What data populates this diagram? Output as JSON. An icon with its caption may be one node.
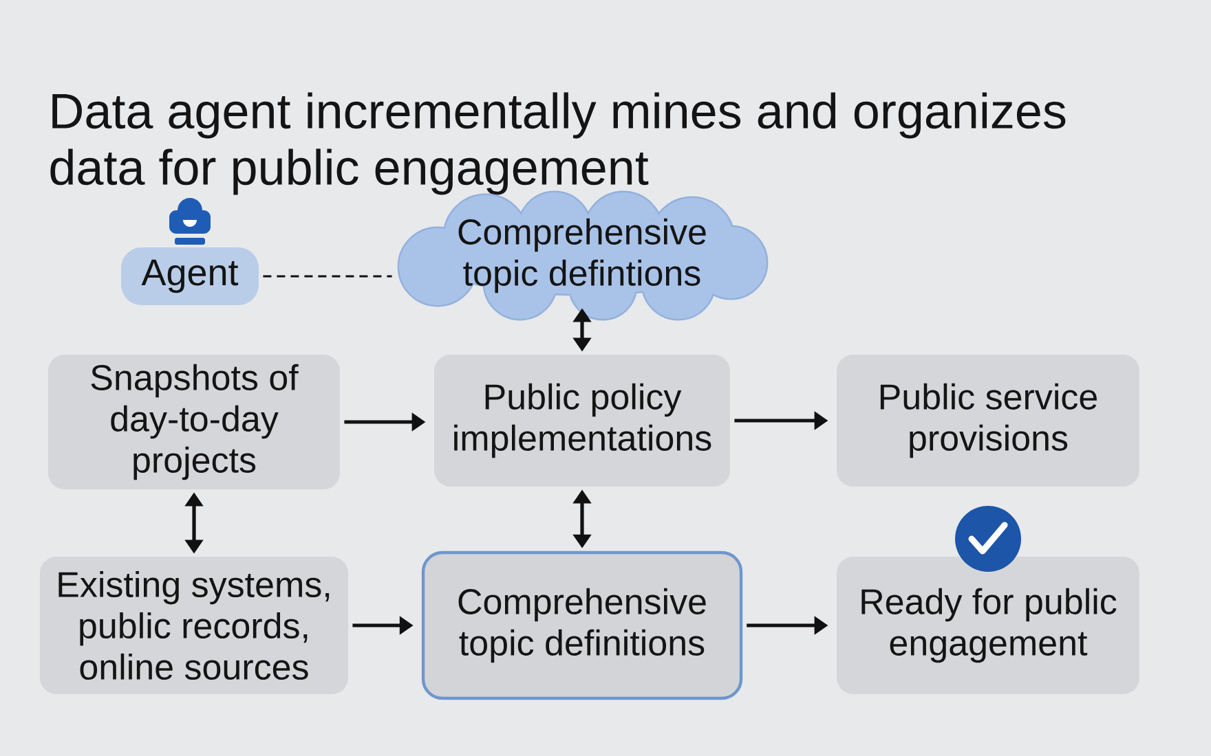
{
  "diagram": {
    "title": "Data agent incrementally mines and organizes data for public engagement",
    "nodes": [
      {
        "text": [
          "Agent"
        ]
      },
      {
        "text": [
          "Comprehensive topic defintions"
        ]
      },
      {
        "text": [
          "Snapshots of day-to-day projects"
        ]
      },
      {
        "text": [
          "Public policy implementations"
        ]
      },
      {
        "text": [
          "Public service provisions"
        ]
      },
      {
        "text": [
          "Existing systems, public records, online sources"
        ]
      },
      {
        "text": [
          "Comprehensive topic definitions"
        ]
      },
      {
        "text": [
          "Ready for public engagement"
        ]
      }
    ],
    "edges": [
      {
        "from": 0,
        "to": 1,
        "arrow": "none",
        "style": "dashed"
      },
      {
        "from": 1,
        "to": 3,
        "arrow": "both"
      },
      {
        "from": 2,
        "to": 3,
        "arrow": "to"
      },
      {
        "from": 3,
        "to": 4,
        "arrow": "to"
      },
      {
        "from": 2,
        "to": 5,
        "arrow": "both"
      },
      {
        "from": 3,
        "to": 6,
        "arrow": "both"
      },
      {
        "from": 5,
        "to": 6,
        "arrow": "to"
      },
      {
        "from": 6,
        "to": 7,
        "arrow": "to"
      }
    ]
  }
}
